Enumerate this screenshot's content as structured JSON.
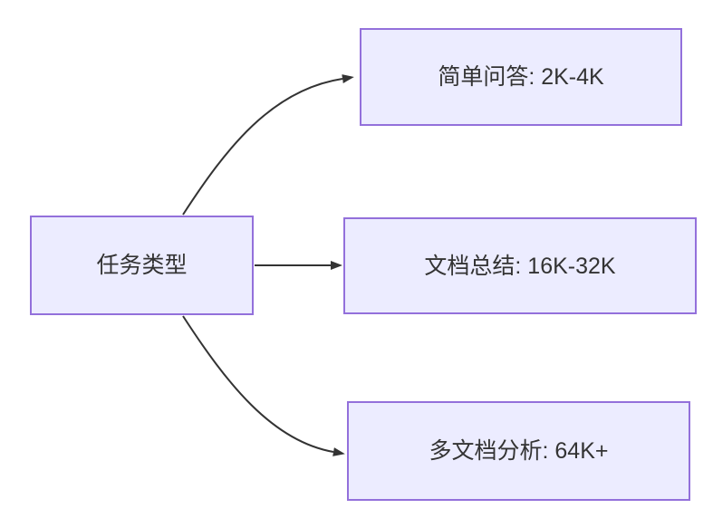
{
  "diagram": {
    "type": "flowchart",
    "direction": "left-to-right",
    "root": {
      "id": "task-type",
      "label": "任务类型"
    },
    "nodes": [
      {
        "id": "simple-qa",
        "label": "简单问答: 2K-4K"
      },
      {
        "id": "doc-summary",
        "label": "文档总结: 16K-32K"
      },
      {
        "id": "multi-doc",
        "label": "多文档分析: 64K+"
      }
    ],
    "edges": [
      {
        "from": "任务类型",
        "to": "简单问答: 2K-4K",
        "style": "curved-up"
      },
      {
        "from": "任务类型",
        "to": "文档总结: 16K-32K",
        "style": "straight"
      },
      {
        "from": "任务类型",
        "to": "多文档分析: 64K+",
        "style": "curved-down"
      }
    ],
    "colors": {
      "node_fill": "#ECECFF",
      "node_border": "#9370DB",
      "edge": "#333333",
      "text": "#333333",
      "background": "#FFFFFF"
    }
  }
}
